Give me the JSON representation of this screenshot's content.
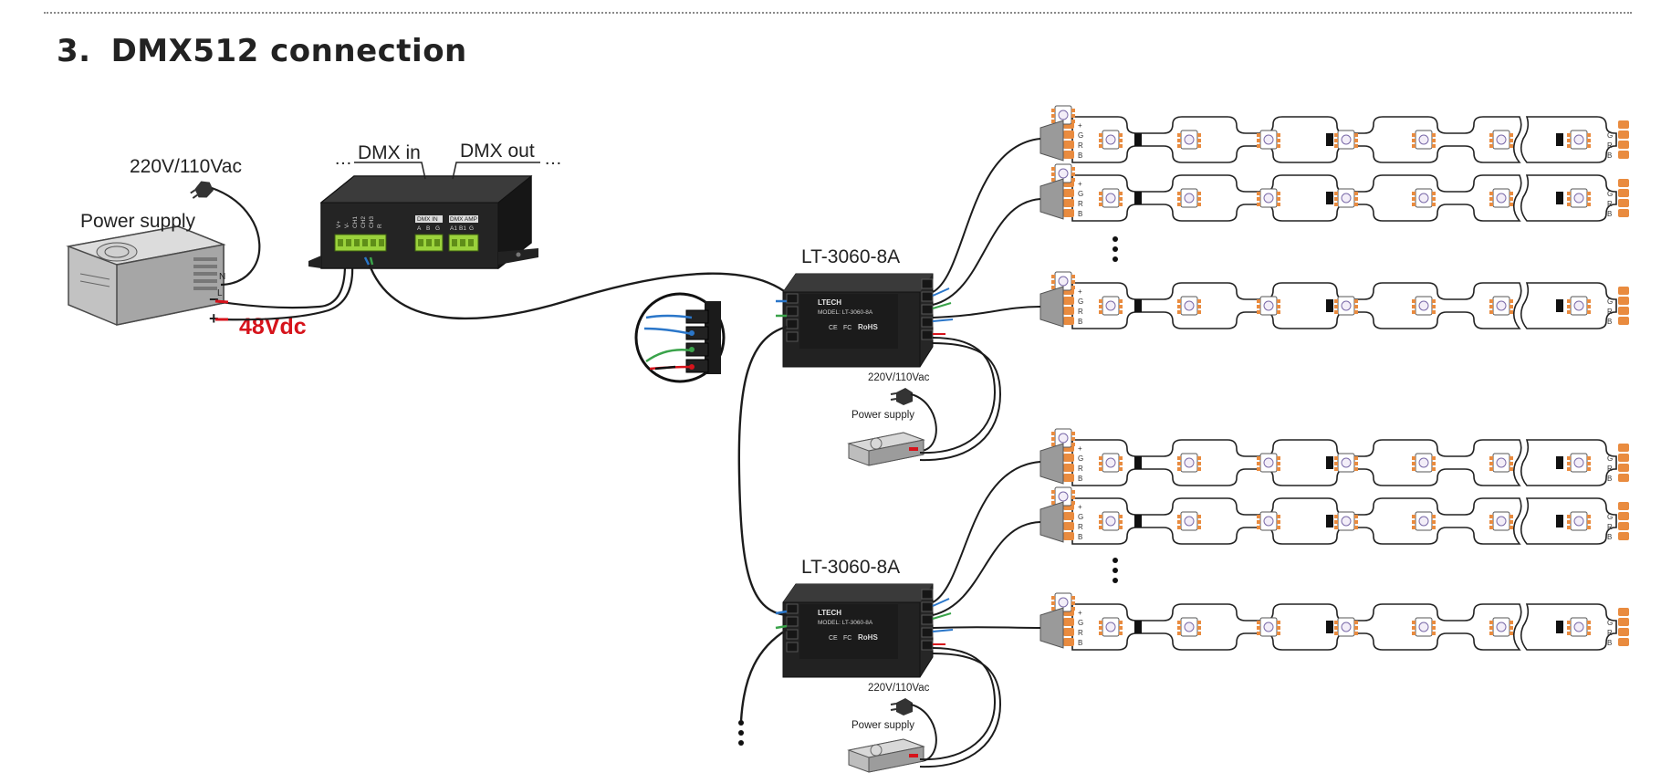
{
  "section": {
    "number": "3.",
    "title": "DMX512 connection"
  },
  "labels": {
    "mains_main": "220V/110Vac",
    "psu_main": "Power supply",
    "voltage": "48Vdc",
    "dmx_in": "DMX in",
    "dmx_out": "DMX out",
    "psu_neutral": "N",
    "psu_line": "L",
    "psu_minus": "−",
    "psu_plus": "+",
    "controller_1": "LT-3060-8A",
    "controller_2": "LT-3060-8A",
    "mains_1": "220V/110Vac",
    "mains_2": "220V/110Vac",
    "psu_1": "Power supply",
    "psu_2": "Power supply"
  },
  "dmx_box": {
    "terminal_labels": [
      "V+",
      "V-",
      "CH1",
      "CH2",
      "CH3",
      "R"
    ],
    "in_header": "DMX IN",
    "in_pins": [
      "A",
      "B",
      "G"
    ],
    "out_header": "DMX AMP",
    "out_pins": [
      "A1",
      "B1",
      "G"
    ]
  },
  "controller_face": {
    "brand": "LTECH",
    "model_line": "MODEL: LT-3060-8A",
    "marks": [
      "CE",
      "FC",
      "RoHS"
    ]
  },
  "strip_pins": [
    "+",
    "G",
    "R",
    "B"
  ],
  "colors": {
    "device_dark": "#232323",
    "terminal_green": "#9bd23c",
    "strip_pad": "#e98b3f",
    "voltage_red": "#d6131b",
    "wire": "#1c1c1c"
  }
}
